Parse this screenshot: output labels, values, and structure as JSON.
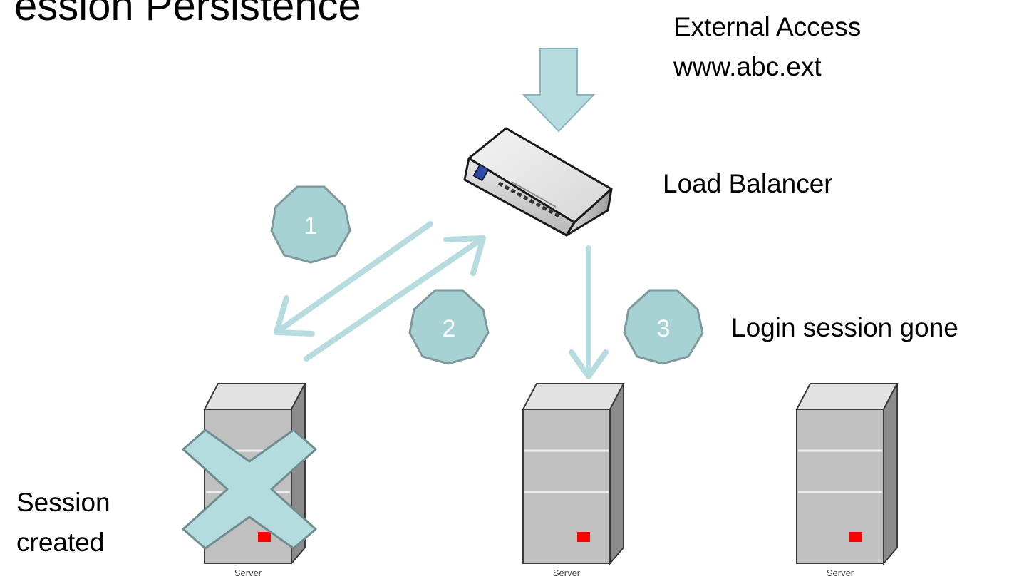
{
  "title": "ession Persistence",
  "external_access": {
    "line1": "External Access",
    "line2": "www.abc.ext"
  },
  "load_balancer": {
    "label": "Load Balancer"
  },
  "steps": [
    {
      "number": "1"
    },
    {
      "number": "2"
    },
    {
      "number": "3"
    }
  ],
  "login_session_gone": "Login session gone",
  "session_created": {
    "line1": "Session",
    "line2": "created"
  },
  "servers": [
    {
      "label": "Server",
      "failed": true
    },
    {
      "label": "Server",
      "failed": false
    },
    {
      "label": "Server",
      "failed": false
    }
  ],
  "colors": {
    "arrow": "#b6dcdf",
    "step_fill": "#a7d2d4",
    "step_stroke": "#7d999b",
    "failure_cross": "#b4dcde",
    "failure_cross_stroke": "#6f8d91",
    "server_body": "#c0c0c0",
    "server_led": "#ff0000"
  },
  "icons": {
    "load_balancer": "network-appliance-icon",
    "server": "server-tower-icon",
    "failure": "cross-mark-icon"
  }
}
